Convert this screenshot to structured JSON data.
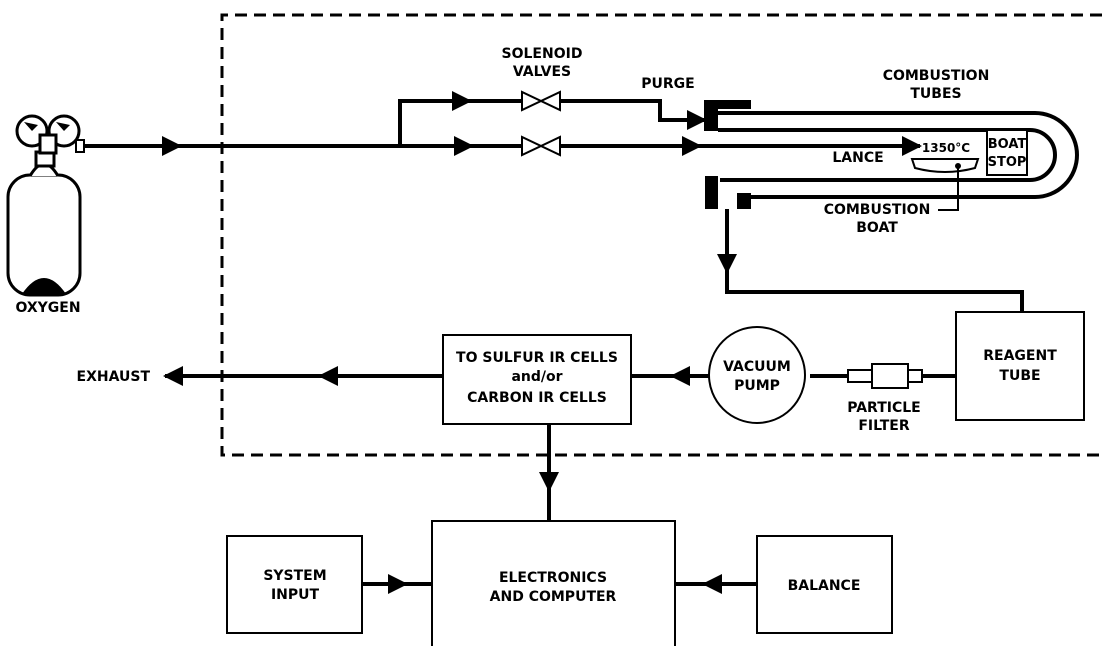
{
  "labels": {
    "oxygen": "OXYGEN",
    "solenoid_line1": "SOLENOID",
    "solenoid_line2": "VALVES",
    "purge": "PURGE",
    "combustion_tubes_line1": "COMBUSTION",
    "combustion_tubes_line2": "TUBES",
    "lance": "LANCE",
    "temperature": "1350°C",
    "boat_stop_line1": "BOAT",
    "boat_stop_line2": "STOP",
    "combustion_boat_line1": "COMBUSTION",
    "combustion_boat_line2": "BOAT",
    "reagent_tube_line1": "REAGENT",
    "reagent_tube_line2": "TUBE",
    "particle_filter_line1": "PARTICLE",
    "particle_filter_line2": "FILTER",
    "vacuum_pump_line1": "VACUUM",
    "vacuum_pump_line2": "PUMP",
    "ir_cells_line1": "TO SULFUR IR CELLS",
    "ir_cells_line2": "and/or",
    "ir_cells_line3": "CARBON IR CELLS",
    "exhaust": "EXHAUST",
    "system_input_line1": "SYSTEM",
    "system_input_line2": "INPUT",
    "electronics_line1": "ELECTRONICS",
    "electronics_line2": "AND COMPUTER",
    "balance": "BALANCE"
  },
  "colors": {
    "line": "#000000",
    "background": "#ffffff"
  }
}
